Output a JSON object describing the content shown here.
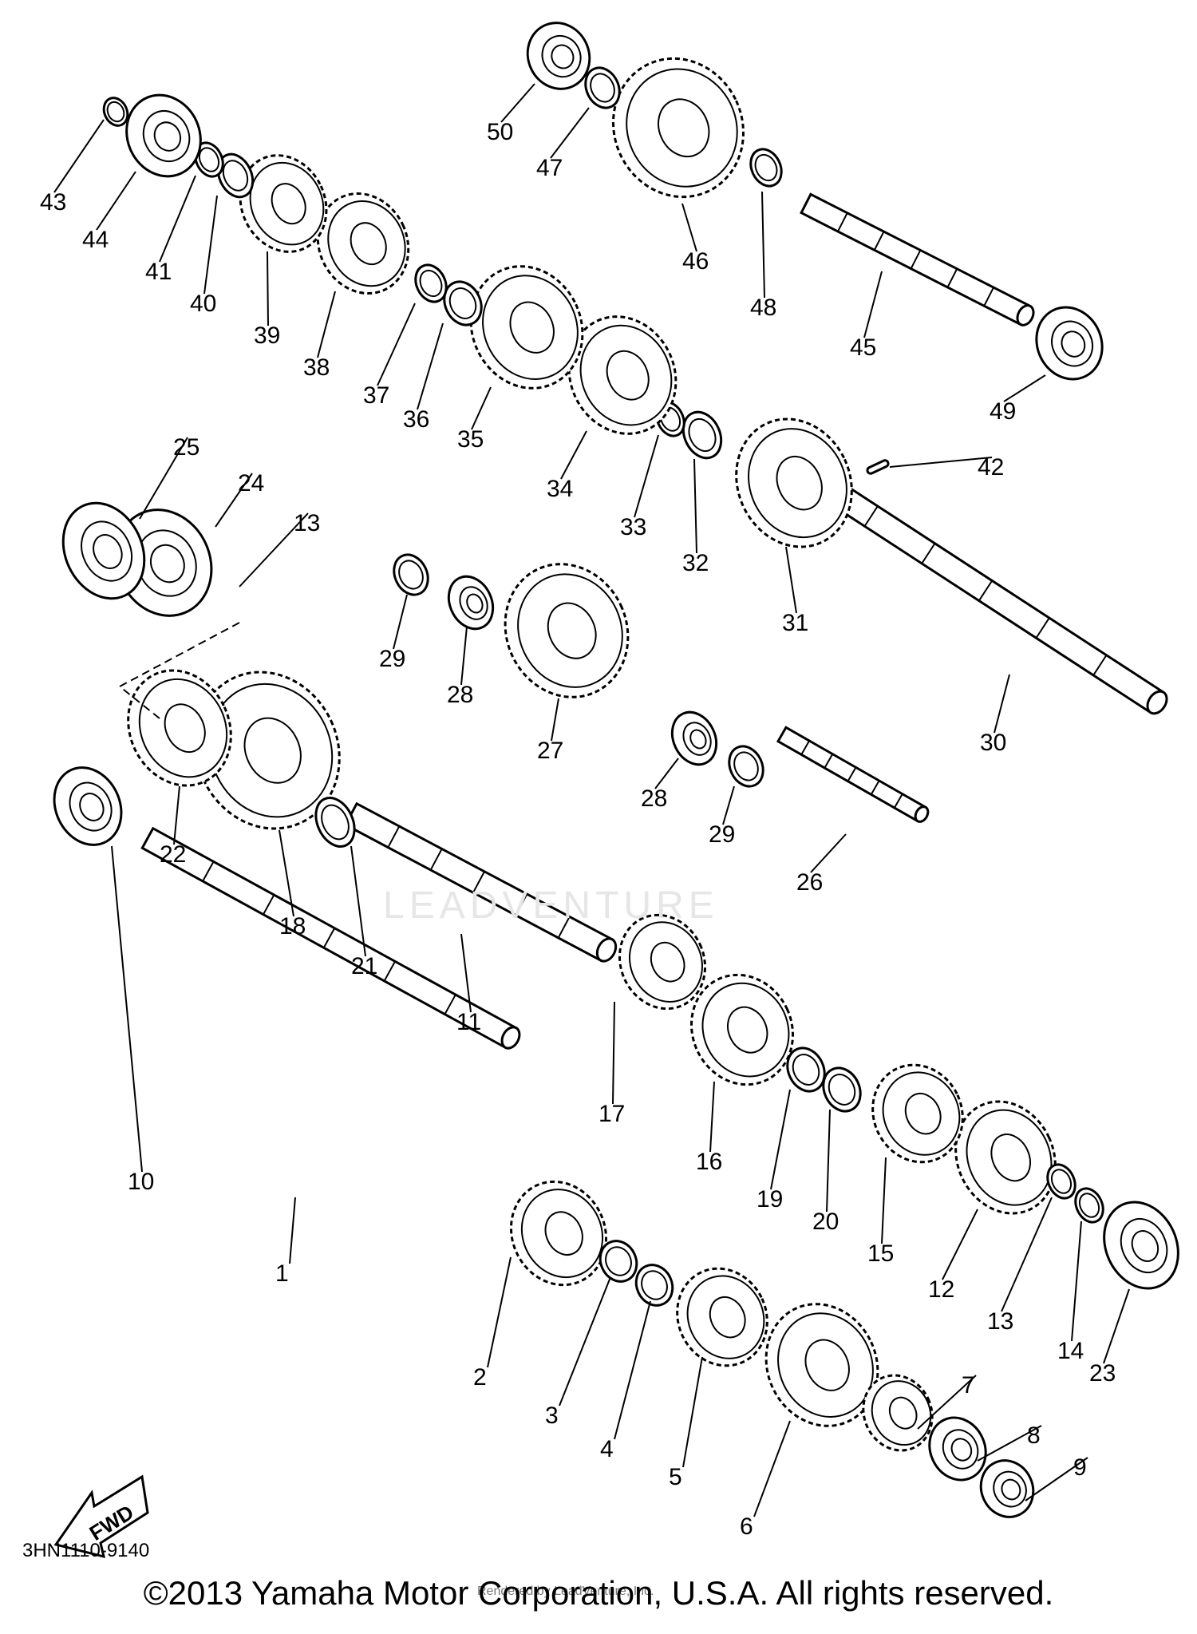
{
  "diagram": {
    "code": "3HN1110-9140",
    "fwd_label": "FWD",
    "copyright": "©2013 Yamaha Motor Corporation, U.S.A. All rights reserved.",
    "watermark": "LEADVENTURE",
    "rendered_by": "Rendered by LeadVenture, Inc.",
    "parts": [
      {
        "id": "p1",
        "kind": "shaft"
      },
      {
        "id": "p2",
        "kind": "gear"
      },
      {
        "id": "p3",
        "kind": "washer"
      },
      {
        "id": "p4",
        "kind": "clip"
      },
      {
        "id": "p5",
        "kind": "gear"
      },
      {
        "id": "p6",
        "kind": "gear"
      },
      {
        "id": "p7",
        "kind": "gear"
      },
      {
        "id": "p8",
        "kind": "bearing"
      },
      {
        "id": "p9",
        "kind": "nut"
      },
      {
        "id": "p10",
        "kind": "bearing"
      },
      {
        "id": "p11",
        "kind": "shaft"
      },
      {
        "id": "p12",
        "kind": "gear"
      },
      {
        "id": "p13a",
        "kind": "clip"
      },
      {
        "id": "p14",
        "kind": "clip"
      },
      {
        "id": "p15",
        "kind": "gear"
      },
      {
        "id": "p16",
        "kind": "gear"
      },
      {
        "id": "p17",
        "kind": "gear"
      },
      {
        "id": "p18",
        "kind": "gear"
      },
      {
        "id": "p19",
        "kind": "washer"
      },
      {
        "id": "p20",
        "kind": "clip"
      },
      {
        "id": "p21",
        "kind": "clip"
      },
      {
        "id": "p22",
        "kind": "gear"
      },
      {
        "id": "p23",
        "kind": "bearing"
      },
      {
        "id": "p24",
        "kind": "bearing"
      },
      {
        "id": "p25",
        "kind": "seal"
      },
      {
        "id": "p26",
        "kind": "pin-shaft"
      },
      {
        "id": "p27",
        "kind": "gear"
      },
      {
        "id": "p28a",
        "kind": "bearing"
      },
      {
        "id": "p28b",
        "kind": "bearing"
      },
      {
        "id": "p29a",
        "kind": "washer"
      },
      {
        "id": "p29b",
        "kind": "washer"
      },
      {
        "id": "p30",
        "kind": "shaft"
      },
      {
        "id": "p31",
        "kind": "gear"
      },
      {
        "id": "p32",
        "kind": "washer"
      },
      {
        "id": "p33",
        "kind": "clip"
      },
      {
        "id": "p34",
        "kind": "gear"
      },
      {
        "id": "p35",
        "kind": "gear"
      },
      {
        "id": "p36",
        "kind": "washer"
      },
      {
        "id": "p37",
        "kind": "clip"
      },
      {
        "id": "p38",
        "kind": "gear"
      },
      {
        "id": "p39",
        "kind": "gear"
      },
      {
        "id": "p40",
        "kind": "washer"
      },
      {
        "id": "p41",
        "kind": "clip"
      },
      {
        "id": "p42",
        "kind": "pin"
      },
      {
        "id": "p43",
        "kind": "clip"
      },
      {
        "id": "p44",
        "kind": "bearing"
      },
      {
        "id": "p45",
        "kind": "shaft"
      },
      {
        "id": "p46",
        "kind": "gear"
      },
      {
        "id": "p47",
        "kind": "washer"
      },
      {
        "id": "p48",
        "kind": "clip"
      },
      {
        "id": "p49",
        "kind": "bearing"
      },
      {
        "id": "p50",
        "kind": "bearing"
      }
    ],
    "labels": [
      {
        "part": "p1",
        "text": "1"
      },
      {
        "part": "p2",
        "text": "2"
      },
      {
        "part": "p3",
        "text": "3"
      },
      {
        "part": "p4",
        "text": "4"
      },
      {
        "part": "p5",
        "text": "5"
      },
      {
        "part": "p6",
        "text": "6"
      },
      {
        "part": "p7",
        "text": "7"
      },
      {
        "part": "p8",
        "text": "8"
      },
      {
        "part": "p9",
        "text": "9"
      },
      {
        "part": "p10",
        "text": "10"
      },
      {
        "part": "p11",
        "text": "11"
      },
      {
        "part": "p12",
        "text": "12"
      },
      {
        "part": "p13a",
        "text": "13"
      },
      {
        "part": "p13b",
        "text": "13"
      },
      {
        "part": "p14",
        "text": "14"
      },
      {
        "part": "p15",
        "text": "15"
      },
      {
        "part": "p16",
        "text": "16"
      },
      {
        "part": "p17",
        "text": "17"
      },
      {
        "part": "p18",
        "text": "18"
      },
      {
        "part": "p19",
        "text": "19"
      },
      {
        "part": "p20",
        "text": "20"
      },
      {
        "part": "p21",
        "text": "21"
      },
      {
        "part": "p22",
        "text": "22"
      },
      {
        "part": "p23",
        "text": "23"
      },
      {
        "part": "p24",
        "text": "24"
      },
      {
        "part": "p25",
        "text": "25"
      },
      {
        "part": "p26",
        "text": "26"
      },
      {
        "part": "p27",
        "text": "27"
      },
      {
        "part": "p28a",
        "text": "28"
      },
      {
        "part": "p28b",
        "text": "28"
      },
      {
        "part": "p29a",
        "text": "29"
      },
      {
        "part": "p29b",
        "text": "29"
      },
      {
        "part": "p30",
        "text": "30"
      },
      {
        "part": "p31",
        "text": "31"
      },
      {
        "part": "p32",
        "text": "32"
      },
      {
        "part": "p33",
        "text": "33"
      },
      {
        "part": "p34",
        "text": "34"
      },
      {
        "part": "p35",
        "text": "35"
      },
      {
        "part": "p36",
        "text": "36"
      },
      {
        "part": "p37",
        "text": "37"
      },
      {
        "part": "p38",
        "text": "38"
      },
      {
        "part": "p39",
        "text": "39"
      },
      {
        "part": "p40",
        "text": "40"
      },
      {
        "part": "p41",
        "text": "41"
      },
      {
        "part": "p42",
        "text": "42"
      },
      {
        "part": "p43",
        "text": "43"
      },
      {
        "part": "p44",
        "text": "44"
      },
      {
        "part": "p45",
        "text": "45"
      },
      {
        "part": "p46",
        "text": "46"
      },
      {
        "part": "p47",
        "text": "47"
      },
      {
        "part": "p48",
        "text": "48"
      },
      {
        "part": "p49",
        "text": "49"
      },
      {
        "part": "p50",
        "text": "50"
      }
    ]
  }
}
